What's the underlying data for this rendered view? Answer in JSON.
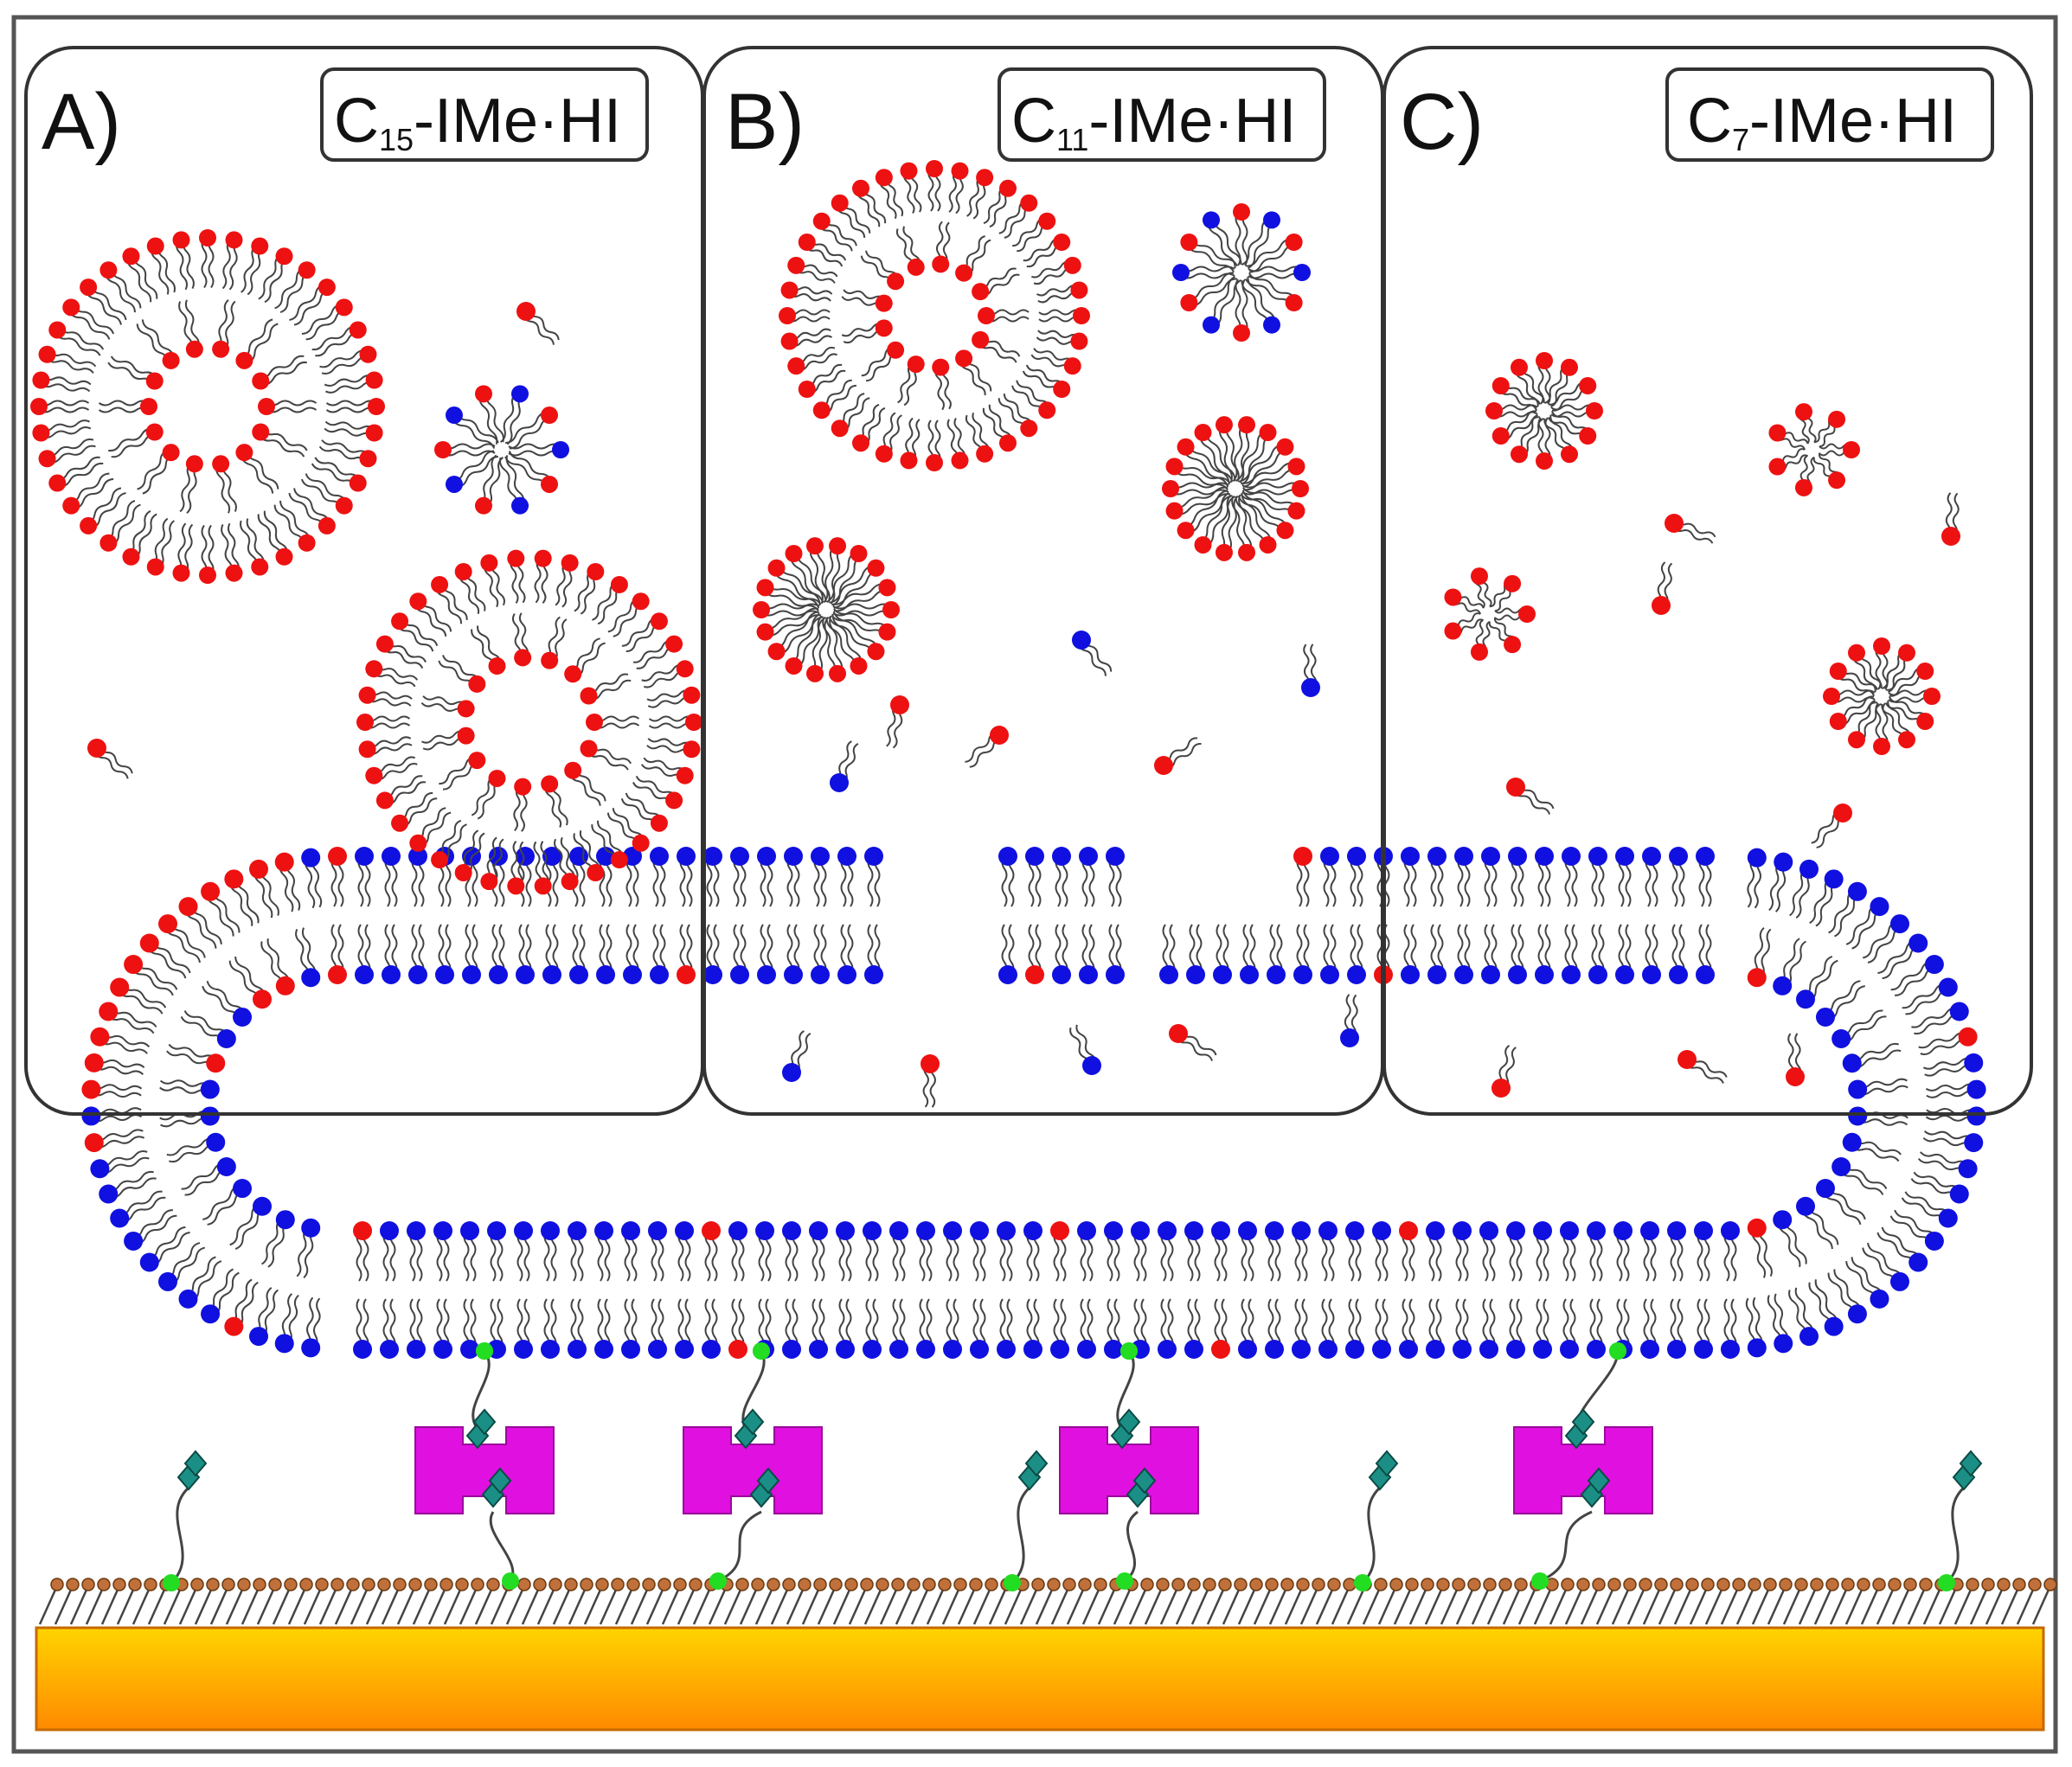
{
  "panels": [
    {
      "key": "A",
      "letter": "A)",
      "compound_prefix": "C",
      "subscript": "15",
      "compound_suffix": "-IMe·HI"
    },
    {
      "key": "B",
      "letter": "B)",
      "compound_prefix": "C",
      "subscript": "11",
      "compound_suffix": "-IMe·HI"
    },
    {
      "key": "C",
      "letter": "C)",
      "compound_prefix": "C",
      "subscript": "7",
      "compound_suffix": "-IMe·HI"
    }
  ],
  "colors": {
    "lipid_head": "#1010e0",
    "surfactant_head": "#ee1111",
    "anchor": "#22dd22",
    "protein": "#e010e0",
    "ligand": "#1b8f86",
    "substrate_top": "#ffd400",
    "substrate_bottom": "#ff8a00",
    "sam_head": "#c0703a",
    "frame": "#333333"
  },
  "icons": {
    "surfactant": "red-head-surfactant",
    "lipid": "blue-head-lipid",
    "protein": "magenta-receptor-protein",
    "ligand": "teal-ligand"
  }
}
